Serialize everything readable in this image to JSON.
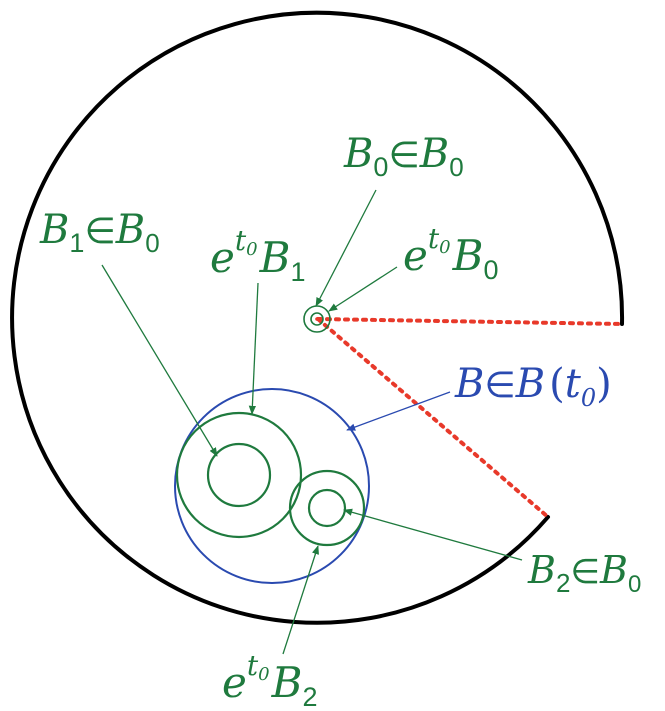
{
  "colors": {
    "outline": "#000000",
    "green": "#1f7a3e",
    "blue": "#2a4ab0",
    "red_dots": "#e8392a"
  },
  "labels": {
    "b0": {
      "base": "B",
      "sub": "0",
      "in": "∈",
      "set": "B",
      "setsub": "0"
    },
    "b1": {
      "base": "B",
      "sub": "1",
      "in": "∈",
      "set": "B",
      "setsub": "0"
    },
    "b2": {
      "base": "B",
      "sub": "2",
      "in": "∈",
      "set": "B",
      "setsub": "0"
    },
    "et0b0": {
      "e": "e",
      "exp": "t",
      "expsub": "0",
      "base": "B",
      "sub": "0"
    },
    "et0b1": {
      "e": "e",
      "exp": "t",
      "expsub": "0",
      "base": "B",
      "sub": "1"
    },
    "et0b2": {
      "e": "e",
      "exp": "t",
      "expsub": "0",
      "base": "B",
      "sub": "2"
    },
    "bt0": {
      "base": "B",
      "in": "∈",
      "set": "B",
      "lp": "(",
      "t": "t",
      "tsub": "0",
      "rp": ")"
    }
  }
}
